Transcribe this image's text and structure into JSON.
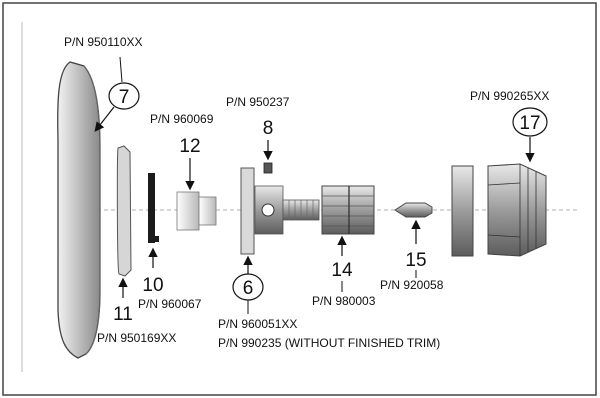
{
  "callouts": {
    "c7": {
      "number": "7",
      "part": "P/N 950110XX"
    },
    "c8": {
      "number": "8",
      "part": "P/N 950237"
    },
    "c12": {
      "number": "12",
      "part": "P/N 960069"
    },
    "c17": {
      "number": "17",
      "part": "P/N 990265XX"
    },
    "c10": {
      "number": "10",
      "part": "P/N 960067"
    },
    "c11": {
      "number": "11",
      "part": "P/N 950169XX"
    },
    "c6": {
      "number": "6",
      "part": "P/N 960051XX",
      "part_alt": "P/N 990235 (WITHOUT FINISHED TRIM)"
    },
    "c14": {
      "number": "14",
      "part": "P/N 980003"
    },
    "c15": {
      "number": "15",
      "part": "P/N 920058"
    }
  }
}
